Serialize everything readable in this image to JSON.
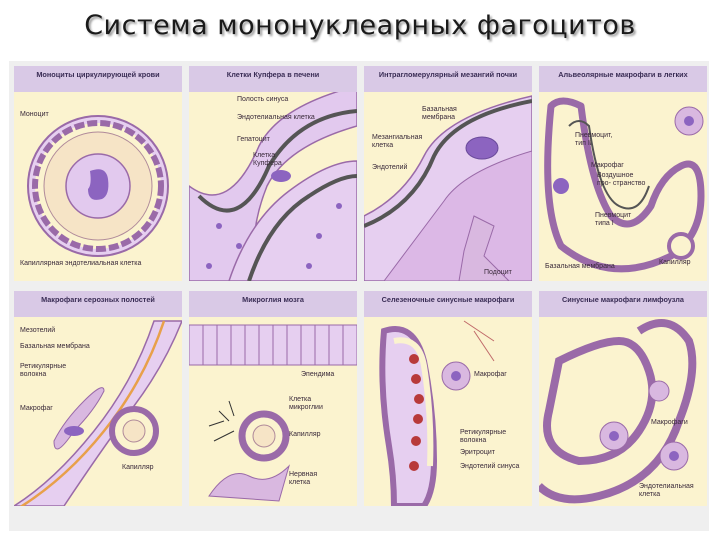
{
  "title": "Система мононуклеарных фагоцитов",
  "colors": {
    "background": "#fbf3cf",
    "cell_fill": "#d9b8e0",
    "cell_outline": "#9a6aa8",
    "nucleus": "#8c64c0",
    "capillary_wall": "#6a6a6a",
    "erythrocyte": "#b83a3a",
    "header_band": "#d9c9e6"
  },
  "panels": [
    {
      "title": "Моноциты циркулирующей крови",
      "labels": [
        "Моноцит",
        "Капиллярная эндотелиальная клетка"
      ]
    },
    {
      "title": "Клетки Купфера в печени",
      "labels": [
        "Полость синуса",
        "Эндотелиальная клетка",
        "Гепатоцит",
        "Клетка Купфера"
      ]
    },
    {
      "title": "Интрагломерулярный мезангий почки",
      "labels": [
        "Базальная мембрана",
        "Мезангиальная клетка",
        "Эндотелий",
        "Подоцит"
      ]
    },
    {
      "title": "Альвеолярные макрофаги в легких",
      "labels": [
        "Пневмоцит, тип II",
        "Макрофаг",
        "Воздушное про- странство",
        "Пневмоцит типа I",
        "Базальная мембрана",
        "Капилляр"
      ]
    },
    {
      "title": "Макрофаги серозных полостей",
      "labels": [
        "Мезотелий",
        "Базальная мембрана",
        "Ретикулярные волокна",
        "Макрофаг",
        "Капилляр"
      ]
    },
    {
      "title": "Микроглия мозга",
      "labels": [
        "Эпендима",
        "Клетка микроглии",
        "Капилляр",
        "Нервная клетка"
      ]
    },
    {
      "title": "Селезеночные синусные макрофаги",
      "labels": [
        "Макрофаг",
        "Ретикулярные волокна",
        "Эритроцит",
        "Эндотелий синуса"
      ]
    },
    {
      "title": "Синусные макрофаги лимфоузла",
      "labels": [
        "Макрофаги",
        "Эндотелиальная клетка"
      ]
    }
  ]
}
